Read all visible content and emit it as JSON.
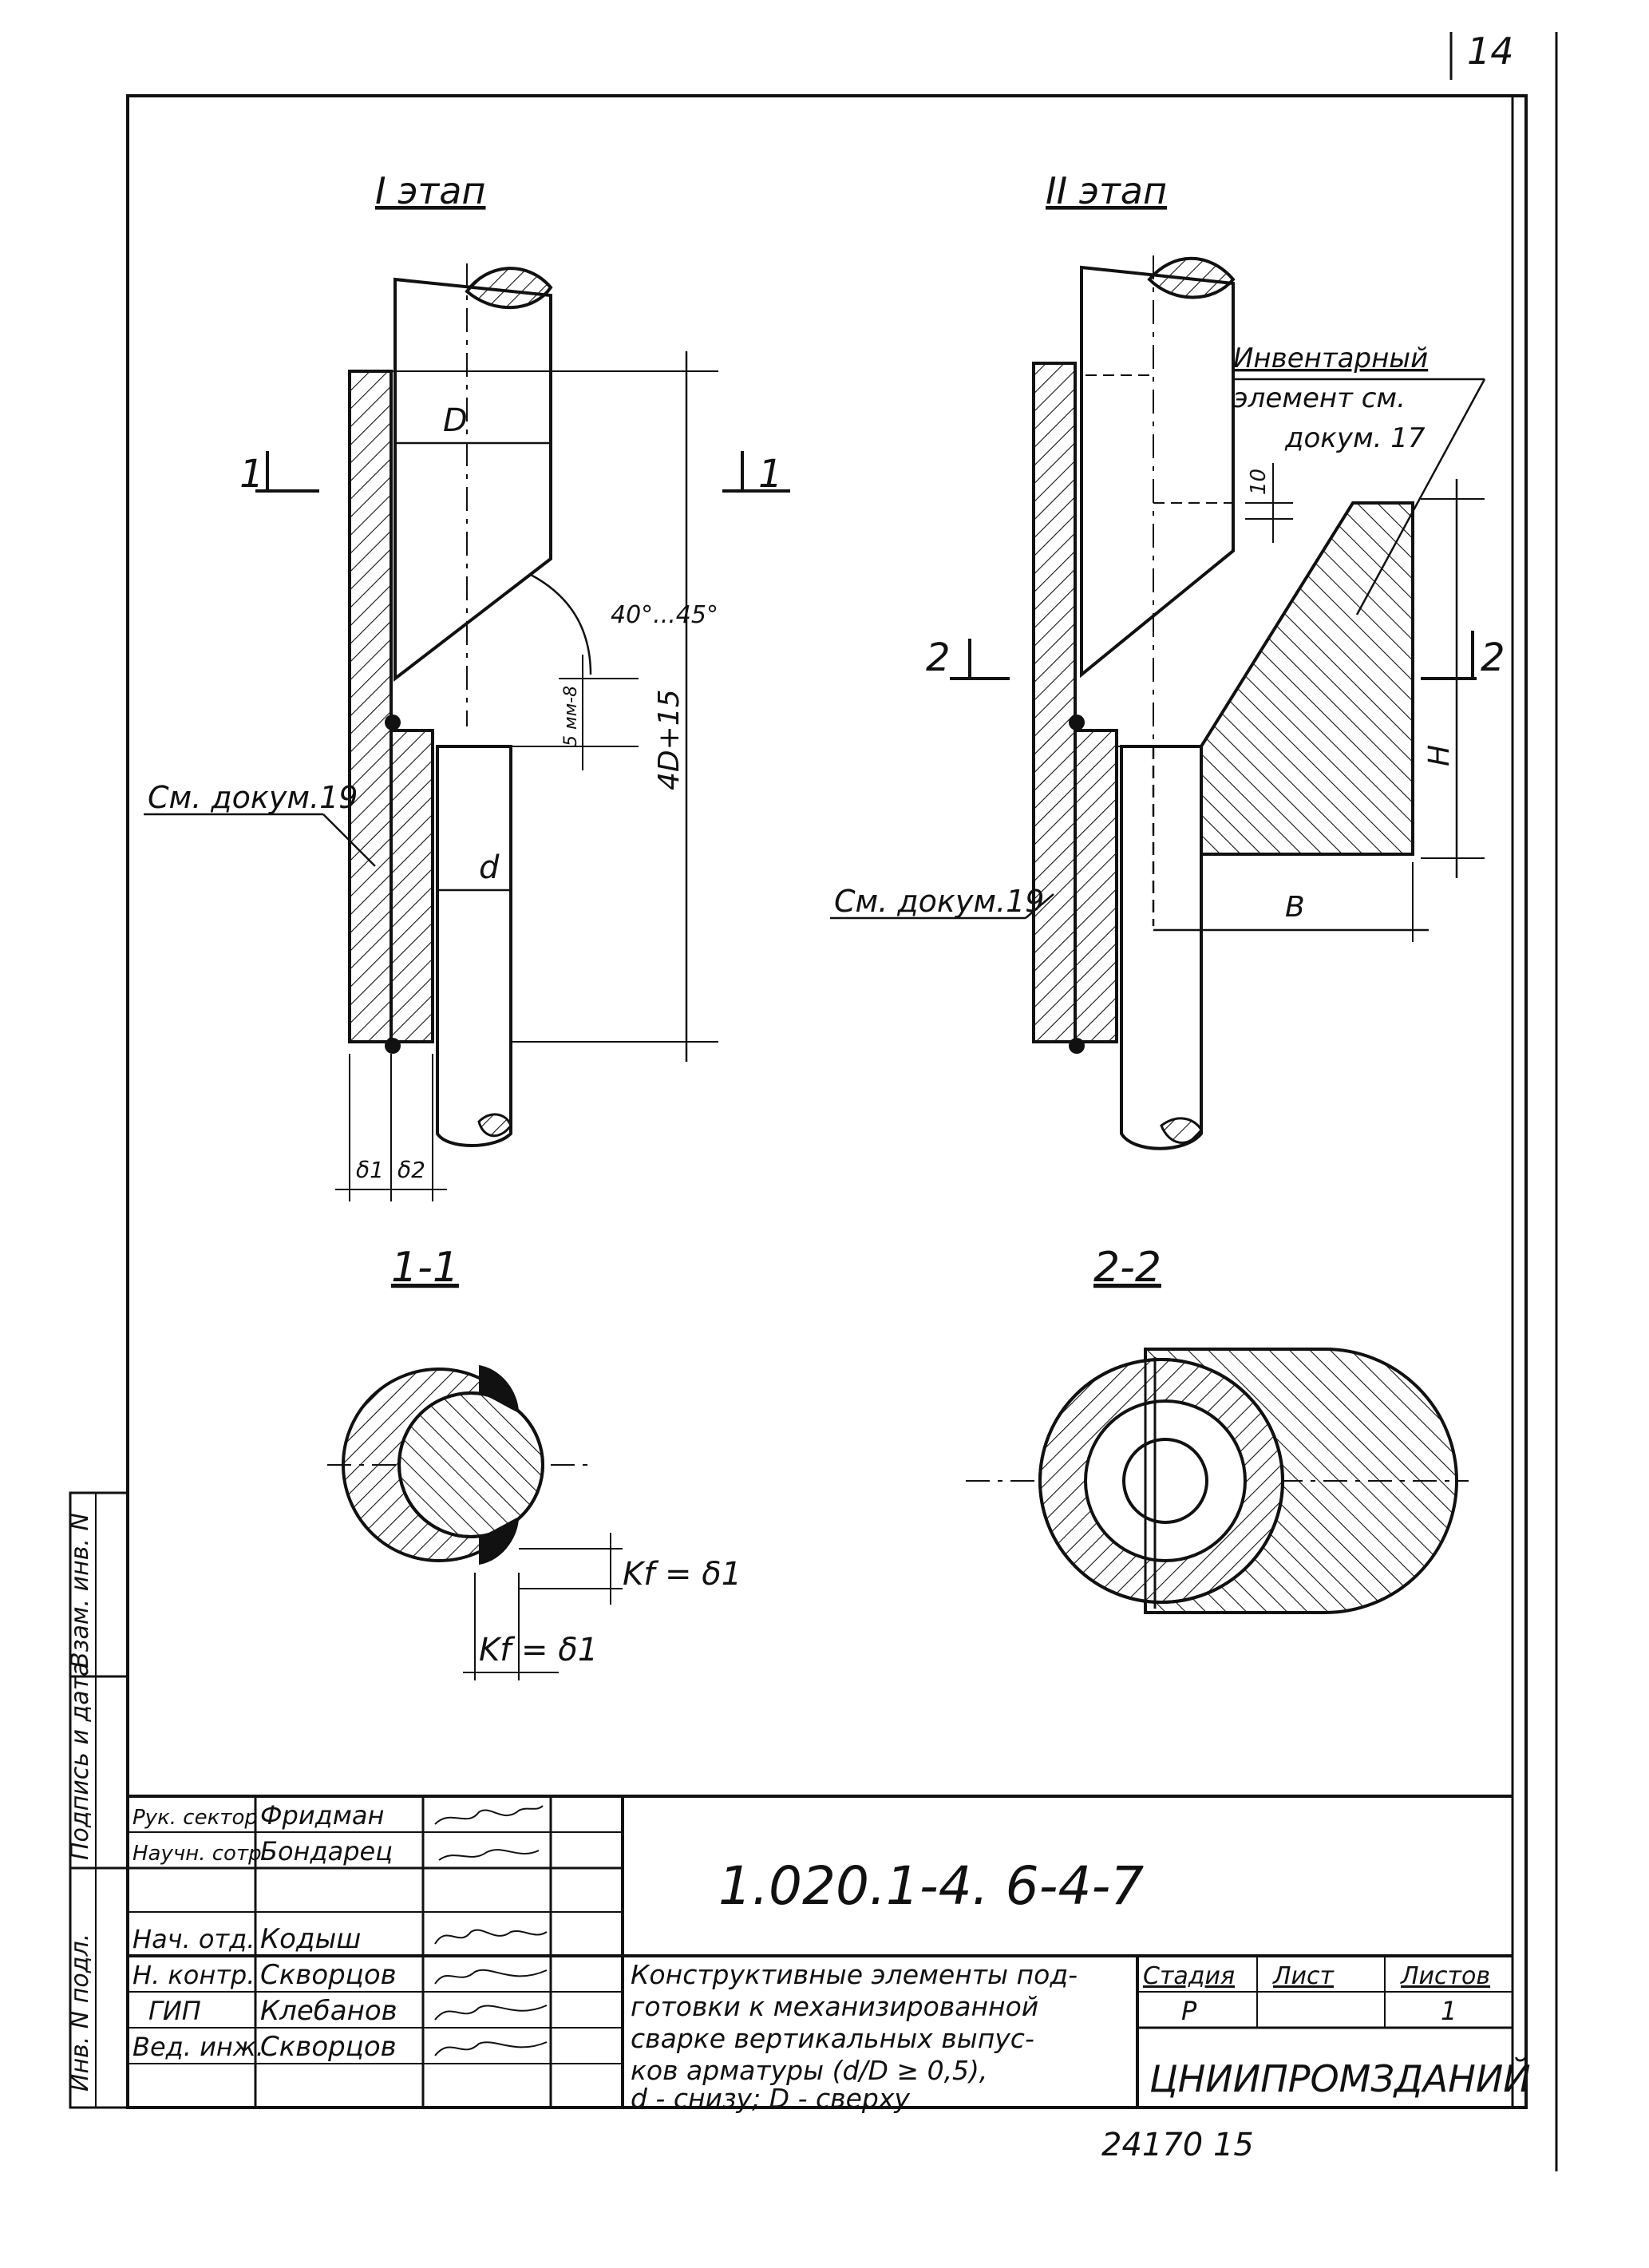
{
  "page_number": "14",
  "stages": {
    "stage1": "I этап",
    "stage2": "II этап"
  },
  "sections": {
    "s11": "1-1",
    "s22": "2-2"
  },
  "cut_markers": {
    "c1_left": "1",
    "c1_right": "1",
    "c2_left": "2",
    "c2_right": "2"
  },
  "dims": {
    "D": "D",
    "angle": "40°...45°",
    "gap": "5 мм-8",
    "length": "4D+15",
    "d": "d",
    "b1": "δ1",
    "b2": "δ2",
    "ten": "10",
    "H": "H",
    "B": "B"
  },
  "notes": {
    "see19_left": "См. докум.19",
    "see19_right": "См. докум.19",
    "inventory_line1": "Инвентарный",
    "inventory_line2": "элемент см.",
    "inventory_line3": "докум. 17",
    "kf1": "Kf = δ1",
    "kf2": "Kf = δ1"
  },
  "side_stamp": [
    "Инв. N подл.",
    "Подпись и дата",
    "Взам. инв. N"
  ],
  "title_block": {
    "code": "1.020.1-4. 6-4-7",
    "roles": [
      {
        "role": "Рук. сектор",
        "name": "Фридман"
      },
      {
        "role": "Научн. сотр.",
        "name": "Бондарец"
      },
      {
        "role": "Нач. отд.",
        "name": "Кодыш"
      },
      {
        "role": "Н. контр.",
        "name": "Скворцов"
      },
      {
        "role": "ГИП",
        "name": "Клебанов"
      },
      {
        "role": "Вед. инж.",
        "name": "Скворцов"
      }
    ],
    "description": [
      "Конструктивные элементы под-",
      "готовки к механизированной",
      "сварке вертикальных выпус-",
      "ков арматуры (d/D ≥ 0,5),",
      "d - снизу;  D - сверху"
    ],
    "stage_label": "Стадия",
    "sheet_label": "Лист",
    "sheets_label": "Листов",
    "stage_value": "Р",
    "sheet_value": "",
    "sheets_value": "1",
    "org": "ЦНИИПРОМЗДАНИЙ"
  },
  "footer_number": "24170  15"
}
